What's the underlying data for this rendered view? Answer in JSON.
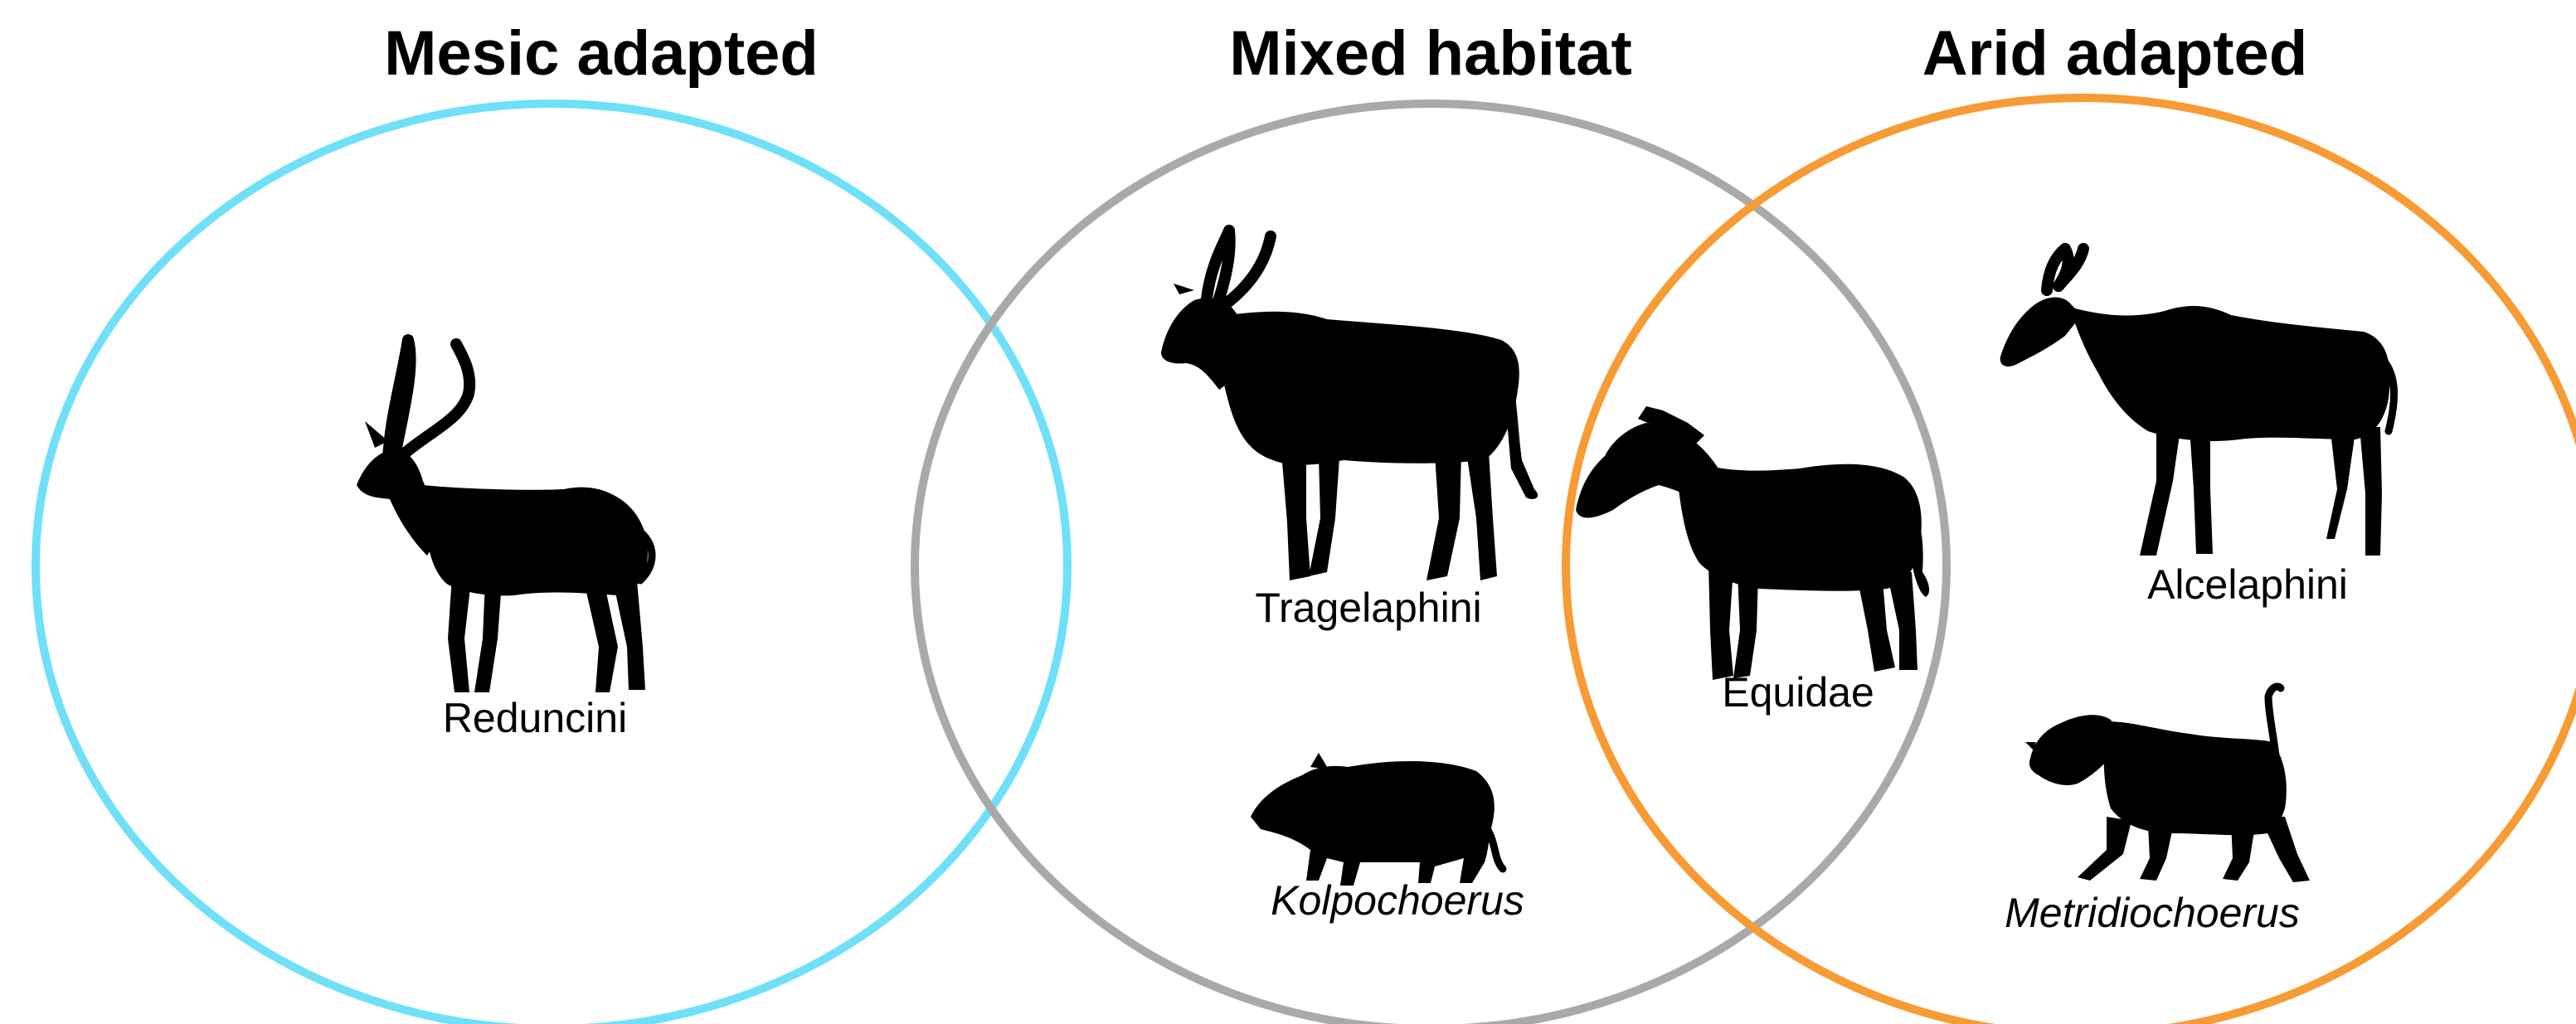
{
  "groups": {
    "mesic": {
      "title": "Mesic adapted",
      "color": "#6FE0F8"
    },
    "mixed": {
      "title": "Mixed habitat",
      "color": "#A9A9A9"
    },
    "arid": {
      "title": "Arid adapted",
      "color": "#F79B35"
    }
  },
  "taxa": {
    "reduncini": {
      "label": "Reduncini",
      "icon": "antelope-icon"
    },
    "tragelaphini": {
      "label": "Tragelaphini",
      "icon": "eland-icon"
    },
    "kolpochoerus": {
      "label": "Kolpochoerus",
      "icon": "pig-icon"
    },
    "equidae": {
      "label": "Equidae",
      "icon": "zebra-icon"
    },
    "alcelaphini": {
      "label": "Alcelaphini",
      "icon": "hartebeest-icon"
    },
    "metridiochoerus": {
      "label": "Metridiochoerus",
      "icon": "warthog-icon"
    }
  }
}
